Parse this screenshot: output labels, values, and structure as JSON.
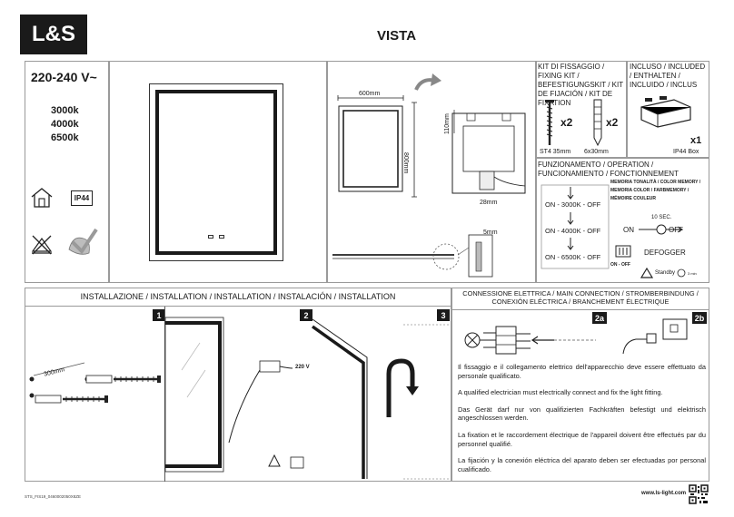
{
  "brand": "L&S",
  "title": "VISTA",
  "specs": {
    "voltage": "220-240 V~",
    "temps": [
      "3000k",
      "4000k",
      "6500k"
    ],
    "ip_rating": "IP44"
  },
  "mounting_dims": {
    "width": "600mm",
    "height": "800mm",
    "top_gap": "110mm",
    "depth": "28mm",
    "side": "5mm"
  },
  "kit": {
    "title": "KIT DI FISSAGGIO / FIXING KIT / BEFESTIGUNGSKIT / KIT DE FIJACIÓN / KIT DE FIXATION",
    "screw_qty": "x2",
    "plug_qty": "x2",
    "screw_label": "ST4 35mm",
    "plug_label": "6x30mm"
  },
  "included": {
    "title": "INCLUSO / INCLUDED / ENTHALTEN / INCLUIDO / INCLUS",
    "qty": "x1",
    "label": "IP44 Box"
  },
  "operation": {
    "title": "FUNZIONAMENTO / OPERATION / FUNCIONAMIENTO / FONCTIONNEMENT",
    "modes": [
      "ON - 3000K - OFF",
      "ON - 4000K - OFF",
      "ON - 6500K - OFF"
    ],
    "memory": "MEMORIA TONALITÀ / COLOR MEMORY / MEMORIA COLOR / FARBMEMORY / MÉMOIRE COULEUR",
    "hold": "10 SEC.",
    "on": "ON",
    "off": "OFF",
    "defogger": "DEFOGGER",
    "defog_toggle": "ON - OFF",
    "standby": "Standby",
    "standby_time": "3 min"
  },
  "installation": {
    "title": "INSTALLAZIONE / INSTALLATION / INSTALLATION / INSTALACIÓN / INSTALLATION",
    "distance": "300mm",
    "voltage": "220 V",
    "steps": [
      "1",
      "2",
      "3"
    ]
  },
  "connection": {
    "title": "CONNESSIONE ELETTRICA / MAIN CONNECTION / STROMBERBINDUNG / CONEXIÓN ELÉCTRICA / BRANCHEMENT ÉLECTRIQUE",
    "steps": [
      "2a",
      "2b"
    ],
    "text_it": "Il fissaggio e il collegamento elettrico dell'apparecchio  deve essere effettuato da personale qualificato.",
    "text_en": "A qualified electrician must electrically connect and fix the light fitting.",
    "text_de": "Das Gerät darf nur von qualifizierten Fachkräften befestigt und elektrisch angeschlossen werden.",
    "text_fr": "La fixation et le raccordement électrique de l'appareil doivent être effectués par du personnel qualifié.",
    "text_es": "La fijación y la conexión eléctrica del aparato deben ser efectuadas por personal cualificado."
  },
  "footer": {
    "code": "STS_FIS19_0460002050X8ZE",
    "url": "www.ls-light.com"
  }
}
